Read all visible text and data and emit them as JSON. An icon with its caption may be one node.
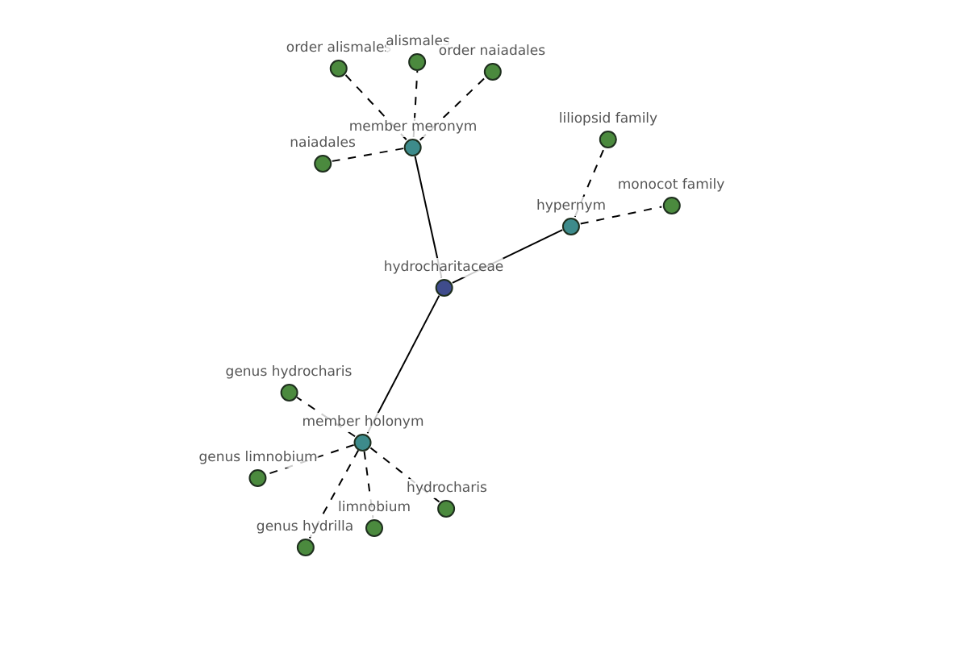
{
  "diagram": {
    "nodes": [
      {
        "text": [
          "hydrocharitaceae"
        ]
      },
      {
        "text": [
          "member meronym"
        ]
      },
      {
        "text": [
          "hypernym"
        ]
      },
      {
        "text": [
          "member holonym"
        ]
      },
      {
        "text": [
          "order alismales"
        ]
      },
      {
        "text": [
          "alismales"
        ]
      },
      {
        "text": [
          "order naiadales"
        ]
      },
      {
        "text": [
          "naiadales"
        ]
      },
      {
        "text": [
          "liliopsid family"
        ]
      },
      {
        "text": [
          "monocot family"
        ]
      },
      {
        "text": [
          "genus hydrocharis"
        ]
      },
      {
        "text": [
          "genus limnobium"
        ]
      },
      {
        "text": [
          "genus hydrilla"
        ]
      },
      {
        "text": [
          "limnobium"
        ]
      },
      {
        "text": [
          "hydrocharis"
        ]
      }
    ],
    "edges": [
      {
        "from": 0,
        "to": 1,
        "arrow": "none"
      },
      {
        "from": 0,
        "to": 2,
        "arrow": "none"
      },
      {
        "from": 0,
        "to": 3,
        "arrow": "none"
      },
      {
        "from": 1,
        "to": 4,
        "arrow": "none",
        "style": "dashed"
      },
      {
        "from": 1,
        "to": 5,
        "arrow": "none",
        "style": "dashed"
      },
      {
        "from": 1,
        "to": 6,
        "arrow": "none",
        "style": "dashed"
      },
      {
        "from": 1,
        "to": 7,
        "arrow": "none",
        "style": "dashed"
      },
      {
        "from": 2,
        "to": 8,
        "arrow": "none",
        "style": "dashed"
      },
      {
        "from": 2,
        "to": 9,
        "arrow": "none",
        "style": "dashed"
      },
      {
        "from": 3,
        "to": 10,
        "arrow": "none",
        "style": "dashed"
      },
      {
        "from": 3,
        "to": 11,
        "arrow": "none",
        "style": "dashed"
      },
      {
        "from": 3,
        "to": 12,
        "arrow": "none",
        "style": "dashed"
      },
      {
        "from": 3,
        "to": 13,
        "arrow": "none",
        "style": "dashed"
      },
      {
        "from": 3,
        "to": 14,
        "arrow": "none",
        "style": "dashed"
      }
    ]
  }
}
